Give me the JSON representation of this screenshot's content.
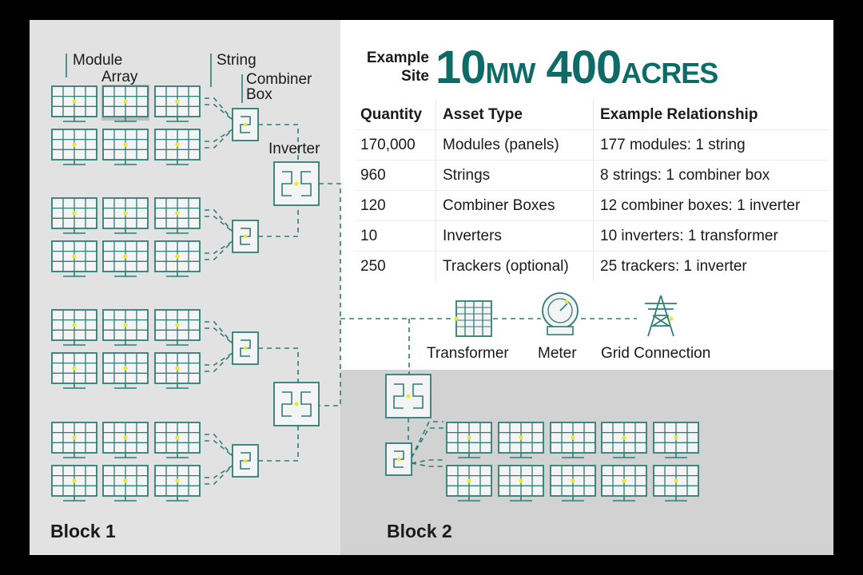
{
  "labels": {
    "module": "Module",
    "array": "Array",
    "string": "String",
    "combiner_box_1": "Combiner",
    "combiner_box_2": "Box",
    "inverter": "Inverter",
    "transformer": "Transformer",
    "meter": "Meter",
    "grid_connection": "Grid Connection",
    "block1": "Block 1",
    "block2": "Block 2"
  },
  "header": {
    "example_1": "Example",
    "example_2": "Site",
    "mw_value": "10",
    "mw_unit": "MW",
    "acres_value": "400",
    "acres_unit": "ACRES"
  },
  "table": {
    "headers": [
      "Quantity",
      "Asset Type",
      "Example Relationship"
    ],
    "rows": [
      [
        "170,000",
        "Modules (panels)",
        "177 modules: 1 string"
      ],
      [
        "960",
        "Strings",
        "8 strings: 1 combiner box"
      ],
      [
        "120",
        "Combiner Boxes",
        "12 combiner boxes: 1 inverter"
      ],
      [
        "10",
        "Inverters",
        "10 inverters: 1 transformer"
      ],
      [
        "250",
        "Trackers (optional)",
        "25 trackers: 1 inverter"
      ]
    ]
  },
  "colors": {
    "teal": "#2e7d76",
    "headline": "#0e6b66",
    "dot": "#e8ea3a",
    "block1_bg": "#e2e2e2",
    "block2_bg": "#d2d2d2"
  }
}
